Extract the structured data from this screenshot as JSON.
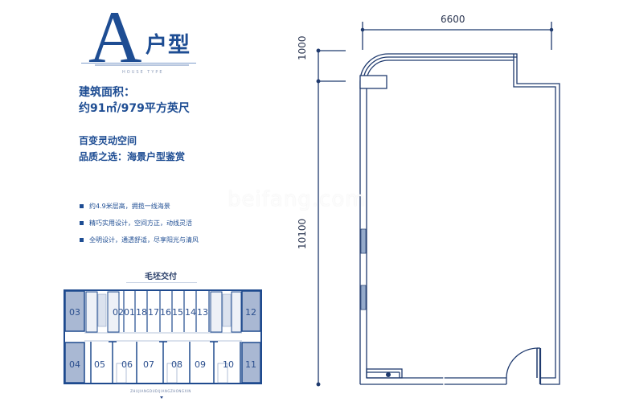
{
  "header": {
    "letter": "A",
    "title_suffix": "户型",
    "subtitle": "HOUSE TYPE"
  },
  "area": {
    "label": "建筑面积：",
    "value": "约91㎡/979平方英尺"
  },
  "slogans": [
    "百变灵动空间",
    "品质之选：海景户型鉴赏"
  ],
  "features": [
    "约4.9米层高，拥揽一线海景",
    "精巧实用设计，空间方正，动线灵活",
    "全明设计，通透舒适，尽享阳光与清风"
  ],
  "key_plan": {
    "title": "毛坯交付",
    "footer": "ZHUJIANGDUDIJIANGZHONGXIN",
    "top_units": [
      "03",
      "02",
      "01",
      "18",
      "17",
      "16",
      "15",
      "14",
      "13",
      "12"
    ],
    "bottom_units": [
      "04",
      "05",
      "06",
      "07",
      "08",
      "09",
      "10",
      "11"
    ],
    "highlighted_units": [
      "03",
      "12",
      "04",
      "11"
    ]
  },
  "floor_plan": {
    "width_dim": "6600",
    "top_depth_dim": "1000",
    "main_depth_dim": "10100"
  },
  "watermark": "beifang.com",
  "colors": {
    "brand_blue": "#1e4d93",
    "plan_line": "#1f3a6e",
    "highlight_fill": "#a9b8d3",
    "window_fill": "#a7bad6"
  }
}
